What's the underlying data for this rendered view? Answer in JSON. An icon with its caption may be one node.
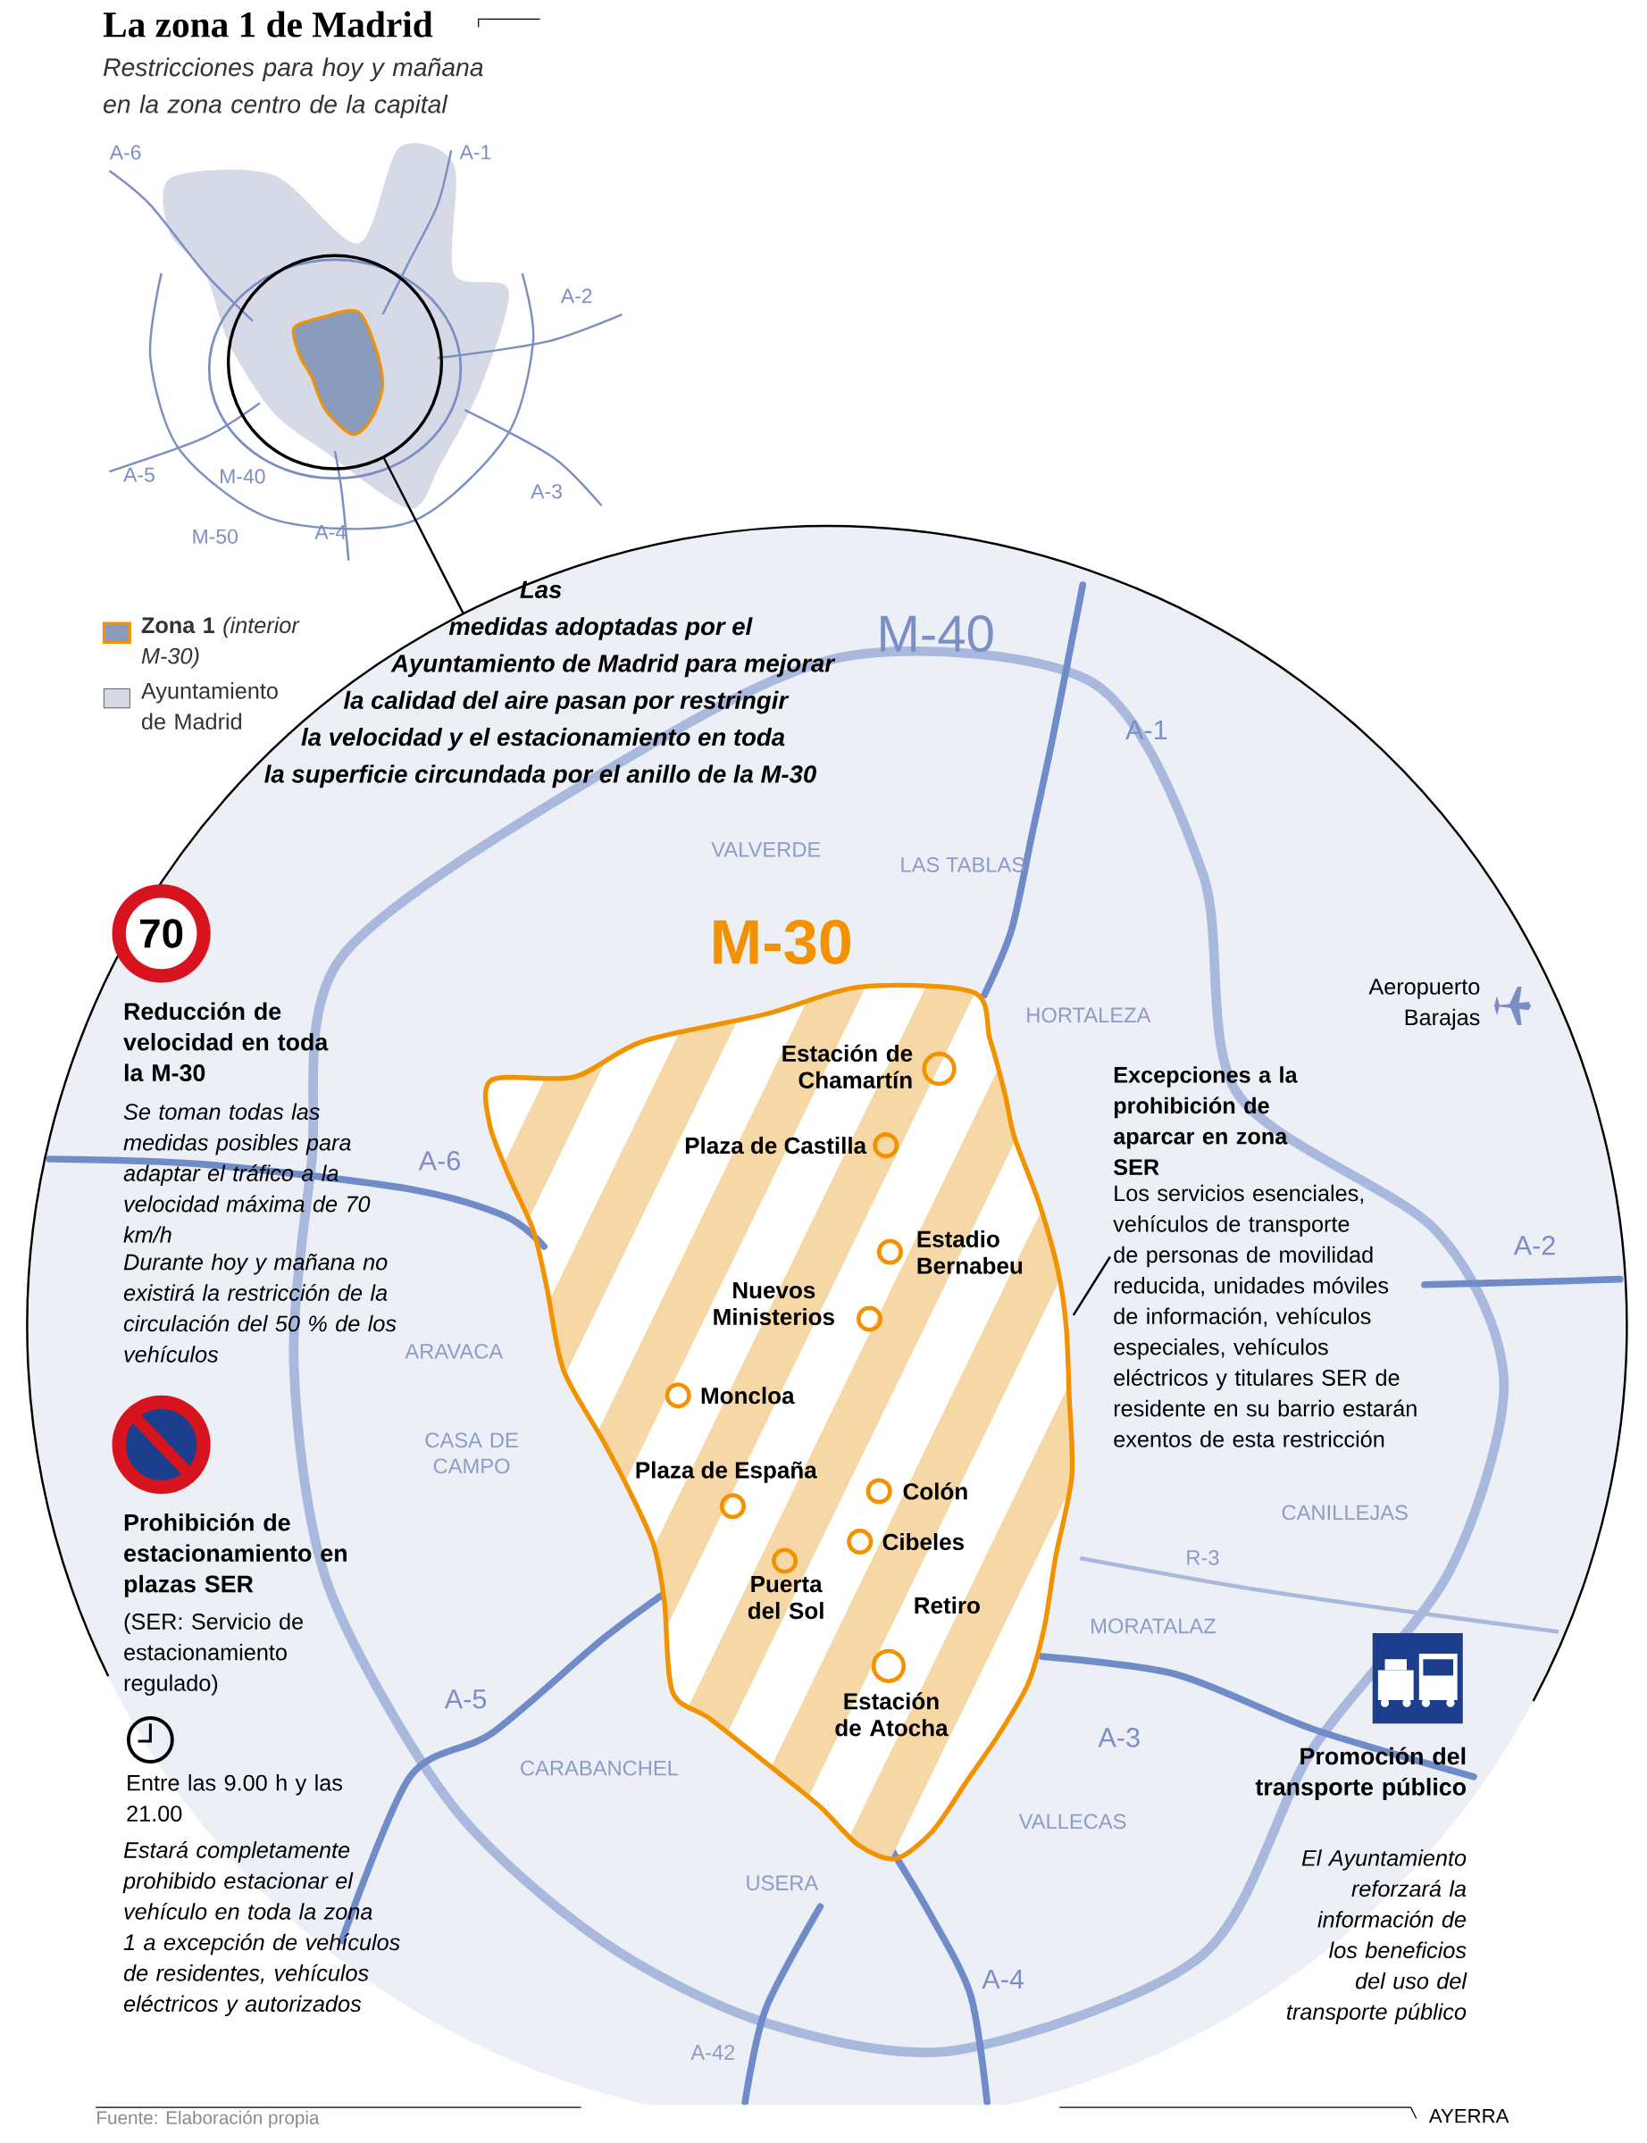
{
  "diagram": {
    "title": "La zona 1 de Madrid",
    "nodes": [
      {
        "text": [],
        "shape": "circle"
      },
      {
        "text": [],
        "shape": "circle"
      },
      {
        "text": [
          "M-30"
        ],
        "in": 1
      },
      {
        "text": [
          "Estación de Chamartín"
        ],
        "in": 2
      },
      {
        "text": [
          "Plaza de Castilla"
        ],
        "in": 2
      },
      {
        "text": [
          "Estadio Bernabeu"
        ],
        "in": 2
      },
      {
        "text": [
          "Nuevos Ministerios"
        ],
        "in": 2
      },
      {
        "text": [
          "Moncloa"
        ],
        "in": 2
      },
      {
        "text": [
          "Plaza de España"
        ],
        "in": 2
      },
      {
        "text": [
          "Colón"
        ],
        "in": 2
      },
      {
        "text": [
          "Cibeles"
        ],
        "in": 2
      },
      {
        "text": [
          "Puerta del Sol"
        ],
        "in": 2
      },
      {
        "text": [
          "Retiro"
        ],
        "in": 2
      },
      {
        "text": [
          "Estación de Atocha"
        ],
        "in": 2
      },
      {
        "text": [
          "Excepciones a la prohibición de aparcar en zona SER",
          "Los servicios esenciales, vehículos de transporte de personas de movilidad reducida, unidades móviles de información, vehículos especiales, vehículos eléctricos y titulares SER de residente en su barrio estarán exentos de esta restricción"
        ],
        "in": 1
      }
    ],
    "edges": [
      {
        "from": 0,
        "to": 1,
        "arrow": "none"
      },
      {
        "from": 14,
        "to": 2,
        "arrow": "none"
      }
    ],
    "labels": [
      "Restricciones para hoy y mañana en la zona centro de la capital",
      "A-6",
      "A-1",
      "A-2",
      "A-5",
      "M-40",
      "A-3",
      "M-50",
      "A-4",
      "Las medidas adoptadas por el Ayuntamiento de Madrid para mejorar la calidad del aire pasan por restringir la velocidad y el estacionamiento en toda la superficie circundada por el anillo de la M-30",
      "70",
      "Reducción de velocidad en toda la M-30",
      "Se toman todas las medidas posibles para adaptar el tráfico a la velocidad máxima de 70 km/h",
      "Durante hoy y mañana no existirá la restricción de la circulación del 50 % de los vehículos",
      "M-40",
      "A-1",
      "VALVERDE",
      "LAS TABLAS",
      "HORTALEZA",
      "Aeropuerto Barajas",
      "A-6",
      "A-2",
      "ARAVACA",
      "CASA DE CAMPO",
      "Prohibición de estacionamiento en plazas SER",
      "(SER: Servicio de estacionamiento regulado)",
      "CANILLEJAS",
      "R-3",
      "MORATALAZ",
      "A-5",
      "Entre las 9.00 h y las 21.00",
      "A-3",
      "CARABANCHEL",
      "Promoción del transporte público",
      "VALLECAS",
      "Estará completamente prohibido estacionar el vehículo en toda la zona 1 a excepción de vehículos de residentes, vehículos eléctricos y autorizados",
      "El Ayuntamiento reforzará la información de los beneficios del uso del transporte público",
      "USERA",
      "A-4",
      "A-42",
      "Fuente: Elaboración propia",
      "AYERRA"
    ],
    "legend": [
      {
        "text": "**Zona 1** *(interior M-30)*",
        "color": "#8a9bbb"
      },
      {
        "text": "Ayuntamiento de Madrid",
        "color": "#d5dae6"
      }
    ]
  }
}
